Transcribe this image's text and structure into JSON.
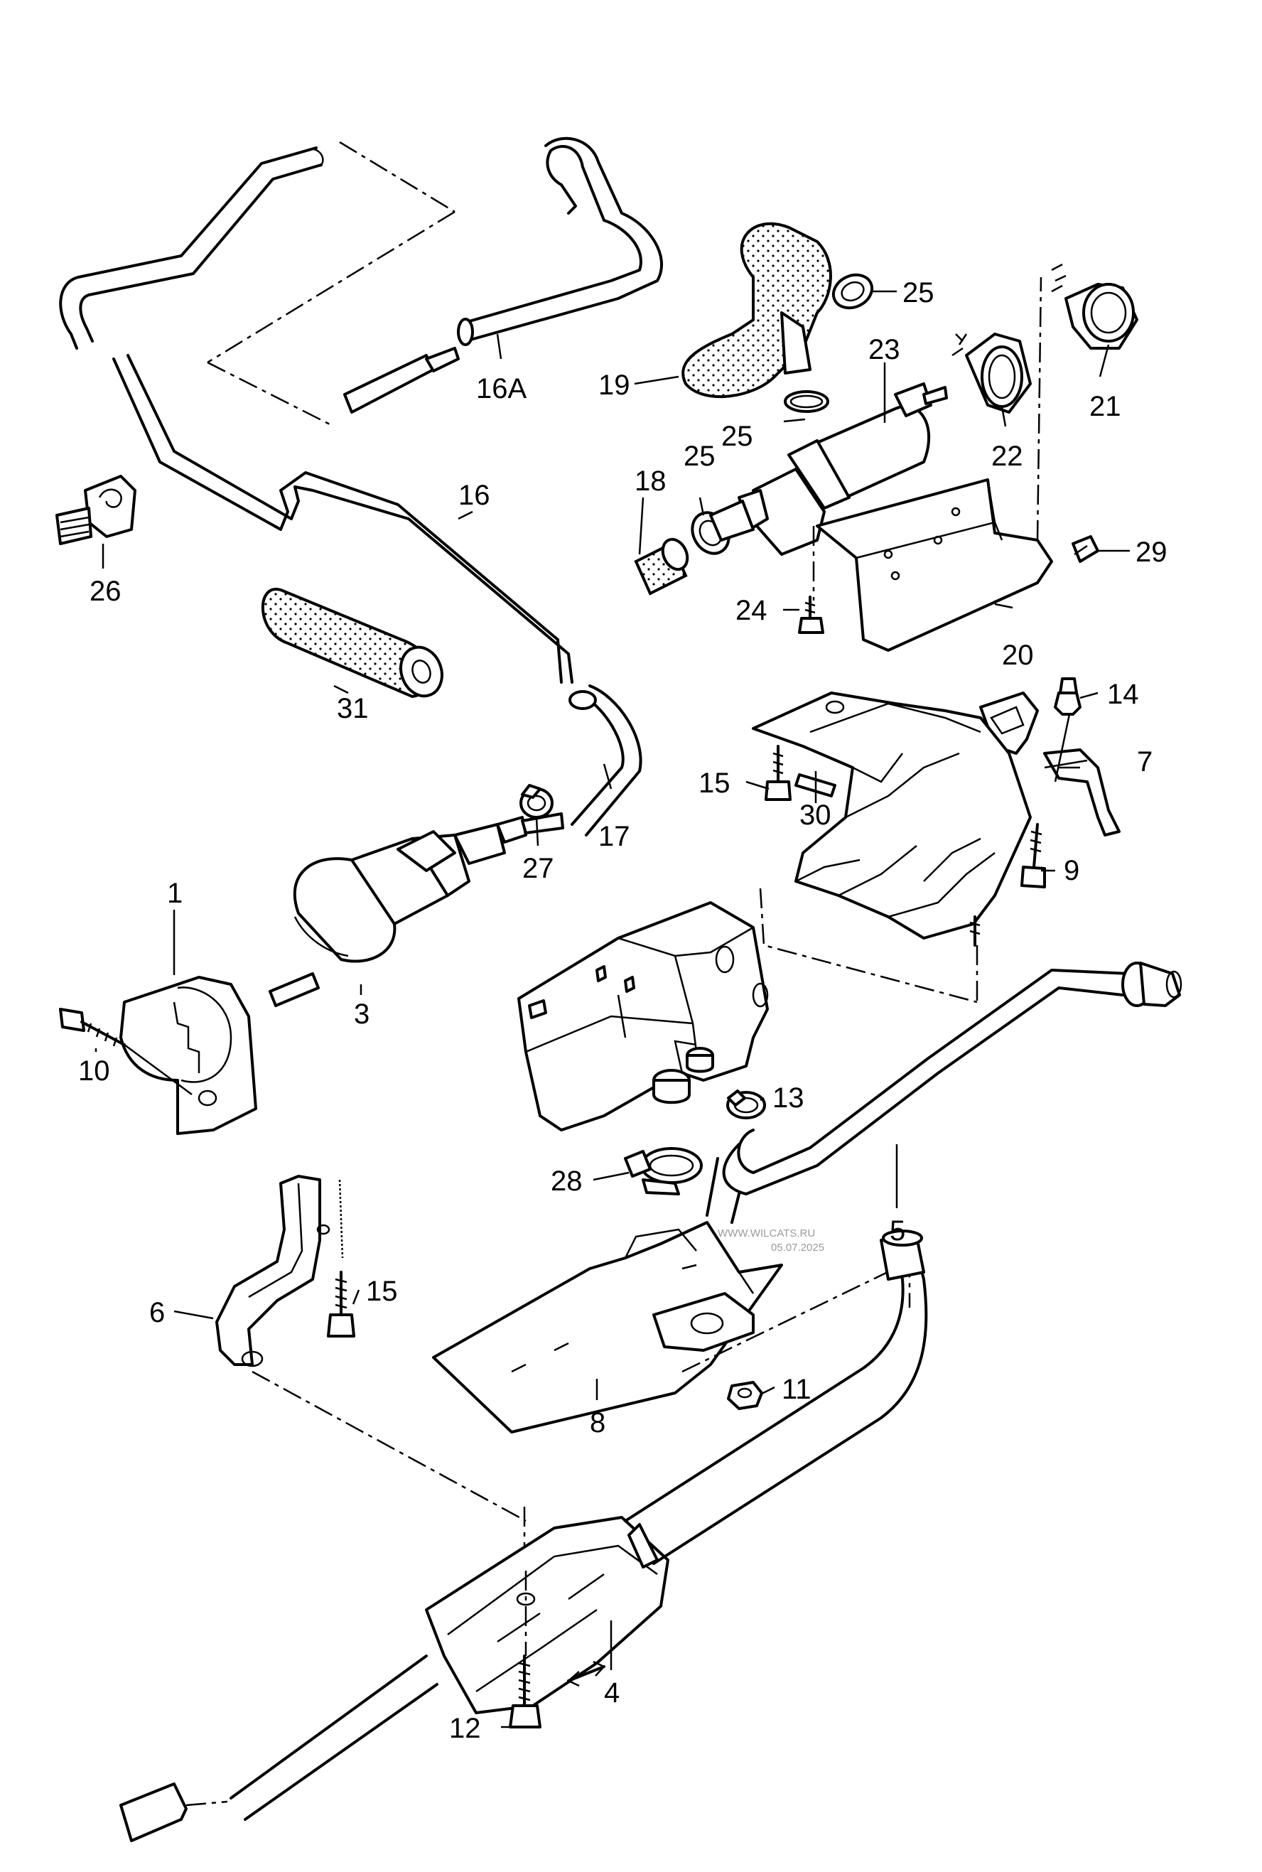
{
  "watermark": {
    "line1": "WWW.WILCATS.RU",
    "line2": "05.07.2025"
  },
  "callouts": [
    {
      "id": "c1",
      "text": "1"
    },
    {
      "id": "c3",
      "text": "3"
    },
    {
      "id": "c4",
      "text": "4"
    },
    {
      "id": "c5",
      "text": "5"
    },
    {
      "id": "c6",
      "text": "6"
    },
    {
      "id": "c7",
      "text": "7"
    },
    {
      "id": "c8",
      "text": "8"
    },
    {
      "id": "c9",
      "text": "9"
    },
    {
      "id": "c10",
      "text": "10"
    },
    {
      "id": "c11",
      "text": "11"
    },
    {
      "id": "c12",
      "text": "12"
    },
    {
      "id": "c13",
      "text": "13"
    },
    {
      "id": "c14",
      "text": "14"
    },
    {
      "id": "c15a",
      "text": "15"
    },
    {
      "id": "c15b",
      "text": "15"
    },
    {
      "id": "c16",
      "text": "16"
    },
    {
      "id": "c16a",
      "text": "16A"
    },
    {
      "id": "c17",
      "text": "17"
    },
    {
      "id": "c18",
      "text": "18"
    },
    {
      "id": "c19",
      "text": "19"
    },
    {
      "id": "c20",
      "text": "20"
    },
    {
      "id": "c21",
      "text": "21"
    },
    {
      "id": "c22",
      "text": "22"
    },
    {
      "id": "c23",
      "text": "23"
    },
    {
      "id": "c24",
      "text": "24"
    },
    {
      "id": "c25a",
      "text": "25"
    },
    {
      "id": "c25b",
      "text": "25"
    },
    {
      "id": "c25c",
      "text": "25"
    },
    {
      "id": "c26",
      "text": "26"
    },
    {
      "id": "c27",
      "text": "27"
    },
    {
      "id": "c28",
      "text": "28"
    },
    {
      "id": "c29",
      "text": "29"
    },
    {
      "id": "c30",
      "text": "30"
    },
    {
      "id": "c31",
      "text": "31"
    }
  ]
}
